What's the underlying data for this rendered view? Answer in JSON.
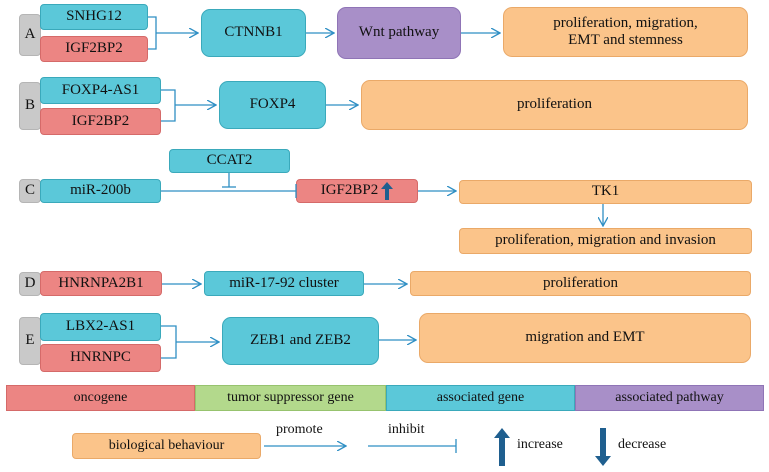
{
  "rows": {
    "A": {
      "label": "A",
      "gene1": "SNHG12",
      "gene2": "IGF2BP2",
      "target": "CTNNB1",
      "pathway": "Wnt pathway",
      "outcome_line1": "proliferation, migration,",
      "outcome_line2": "EMT and stemness"
    },
    "B": {
      "label": "B",
      "gene1": "FOXP4-AS1",
      "gene2": "IGF2BP2",
      "target": "FOXP4",
      "outcome": "proliferation"
    },
    "C": {
      "label": "C",
      "regulator": "CCAT2",
      "mirna": "miR-200b",
      "target": "IGF2BP2",
      "effector": "TK1",
      "outcome": "proliferation, migration and invasion"
    },
    "D": {
      "label": "D",
      "gene": "HNRNPA2B1",
      "target": "miR-17-92 cluster",
      "outcome": "proliferation"
    },
    "E": {
      "label": "E",
      "gene1": "LBX2-AS1",
      "gene2": "HNRNPC",
      "target": "ZEB1 and ZEB2",
      "outcome": "migration and EMT"
    }
  },
  "legend": {
    "oncogene": "oncogene",
    "tumor_suppressor": "tumor suppressor gene",
    "associated_gene": "associated gene",
    "associated_pathway": "associated pathway",
    "biological_behaviour": "biological behaviour",
    "promote": "promote",
    "inhibit": "inhibit",
    "increase": "increase",
    "decrease": "decrease"
  },
  "colors": {
    "associated_gene": "#5bc8d9",
    "oncogene": "#ec8583",
    "biological_behaviour": "#fbc48a",
    "associated_pathway": "#a88fc8",
    "tumor_suppressor": "#b3d98c",
    "arrow": "#2f8fc4",
    "increase_decrease_arrow": "#1f5f8f"
  }
}
